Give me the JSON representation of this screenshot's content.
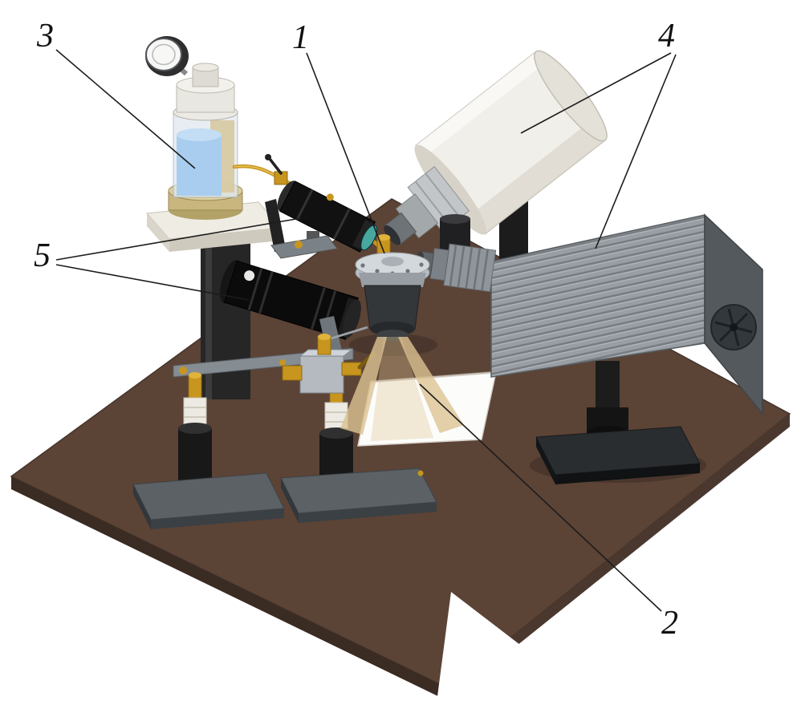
{
  "figure": {
    "type": "experimental-setup-3d-diagram",
    "background": "#ffffff",
    "labels": {
      "l1": "1",
      "l2": "2",
      "l3": "3",
      "l4": "4",
      "l5": "5"
    },
    "colors": {
      "baseplate_top": "#5b4336",
      "baseplate_edge_left": "#3a2b23",
      "baseplate_edge_right": "#4a382f",
      "metal_gold": "#c8951e",
      "liquid_blue": "#a9cdee",
      "spray_beige": "#dcc393",
      "lens_teal": "#49a89e",
      "camera_body": "#9aa0a4",
      "camera_side": "#54595d",
      "cylinder_white": "#f1efe9",
      "stand_black": "#1c1c1c",
      "slab_gray": "#5b6165"
    }
  }
}
